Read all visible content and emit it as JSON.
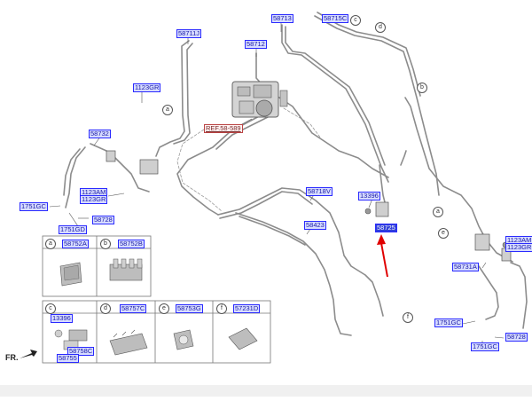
{
  "diagram": {
    "part_labels": [
      "58711J",
      "58713",
      "58715C",
      "58712",
      "1123GR",
      "58732",
      "1123AM",
      "1123GR",
      "1751GC",
      "58728",
      "1751GD",
      "58718V",
      "58423",
      "13396",
      "58731A",
      "1123AM",
      "1123GR",
      "1751GC",
      "1751GC",
      "58728"
    ],
    "selected_label": "58725",
    "reference_label": "REF.58-589",
    "callout_letters": [
      "a",
      "b",
      "c",
      "d",
      "e",
      "f"
    ],
    "callouts_on_lines": [
      "a",
      "b",
      "c",
      "d",
      "e",
      "f"
    ],
    "front_marker": "FR."
  },
  "legend": {
    "cells": [
      {
        "letter": "a",
        "code": "58752A"
      },
      {
        "letter": "b",
        "code": "58752B"
      },
      {
        "letter": "c",
        "codes": [
          "13396",
          "58758C",
          "58755"
        ]
      },
      {
        "letter": "d",
        "code": "58757C"
      },
      {
        "letter": "e",
        "code": "58753G"
      },
      {
        "letter": "f",
        "code": "57231D"
      }
    ]
  }
}
